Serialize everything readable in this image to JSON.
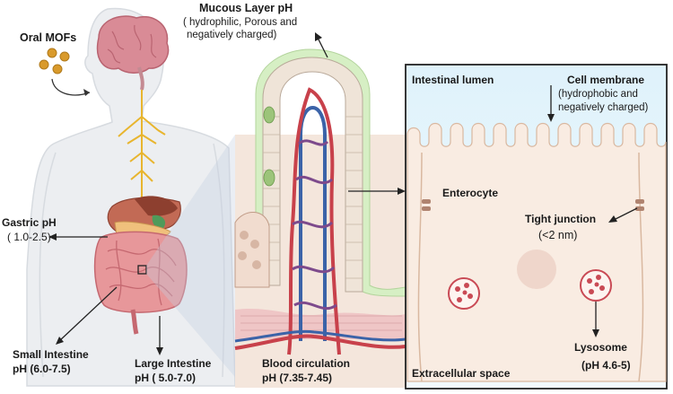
{
  "labels": {
    "oral_mofs": "Oral MOFs",
    "mucous_title": "Mucous Layer pH",
    "mucous_sub1": "( hydrophilic, Porous and",
    "mucous_sub2": "negatively charged)",
    "gastric1": "Gastric pH",
    "gastric2": "( 1.0-2.5)",
    "small1": "Small Intestine",
    "small2": "pH (6.0-7.5)",
    "large1": "Large Intestine",
    "large2": "pH ( 5.0-7.0)",
    "blood1": "Blood circulation",
    "blood2": "pH (7.35-7.45)",
    "lumen": "Intestinal lumen",
    "membrane1": "Cell membrane",
    "membrane2": "(hydrophobic and",
    "membrane3": "negatively charged)",
    "enterocyte": "Enterocyte",
    "tight1": "Tight junction",
    "tight2": "(<2 nm)",
    "lysosome1": "Lysosome",
    "lysosome2": "(pH 4.6-5)",
    "extracellular": "Extracellular space"
  },
  "colors": {
    "mof": "#d99a2b",
    "body": "#e9ecf0",
    "brain": "#d98b96",
    "nerve": "#e8b52e",
    "intestine": "#e7979a",
    "liver": "#a8523f",
    "mucus": "#d6efc4",
    "artery": "#c8414b",
    "vein": "#3b63a8",
    "lumen": "#e3f4fb",
    "cell": "#f9ece2"
  }
}
